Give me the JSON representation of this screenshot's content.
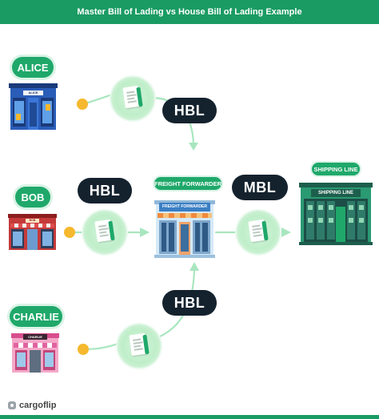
{
  "title": "Master Bill of Lading vs House Bill of Lading Example",
  "shippers": {
    "alice": "ALICE",
    "bob": "BOB",
    "charlie": "CHARLIE"
  },
  "documents": {
    "hbl_top": "HBL",
    "hbl_middle": "HBL",
    "hbl_bottom": "HBL",
    "mbl": "MBL"
  },
  "parties": {
    "freight_forwarder_badge": "FREIGHT FORWARDER",
    "freight_forwarder_sign": "FREIGHT FORWARDER",
    "shipping_line_badge": "SHIPPING LINE",
    "shipping_line_sign": "SHIPPING LINE"
  },
  "store_signs": {
    "alice": "ALICE",
    "bob": "BOB",
    "charlie": "CHARLIE"
  },
  "brand": "cargoflip",
  "colors": {
    "green": "#1a9b63",
    "dark": "#14222e",
    "yellow": "#f5b82e",
    "arrow": "#a8e6bf"
  }
}
